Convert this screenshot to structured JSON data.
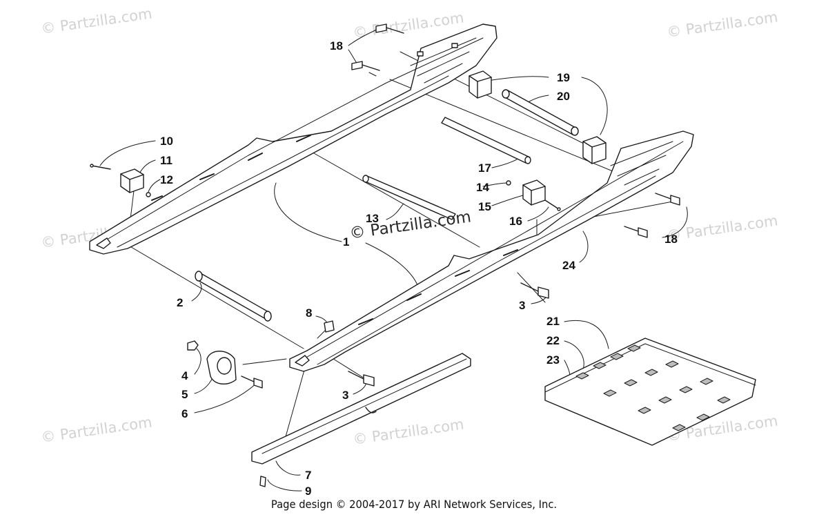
{
  "watermark": "© Partzilla.com",
  "center_watermark": "© Partzilla.com",
  "footer": "Page design © 2004-2017 by ARI Network Services, Inc.",
  "callouts": {
    "n1": "1",
    "n2": "2",
    "n3a": "3",
    "n3b": "3",
    "n4": "4",
    "n5": "5",
    "n6": "6",
    "n7": "7",
    "n8": "8",
    "n9": "9",
    "n10": "10",
    "n11": "11",
    "n12": "12",
    "n13": "13",
    "n14": "14",
    "n15": "15",
    "n16": "16",
    "n17": "17",
    "n18a": "18",
    "n18b": "18",
    "n19": "19",
    "n20": "20",
    "n21": "21",
    "n22": "22",
    "n23": "23",
    "n24": "24"
  },
  "colors": {
    "line": "#1a1a1a",
    "watermark": "#d2d2d2",
    "part_fill": "#ffffff",
    "shade": "#bdbdbd"
  }
}
